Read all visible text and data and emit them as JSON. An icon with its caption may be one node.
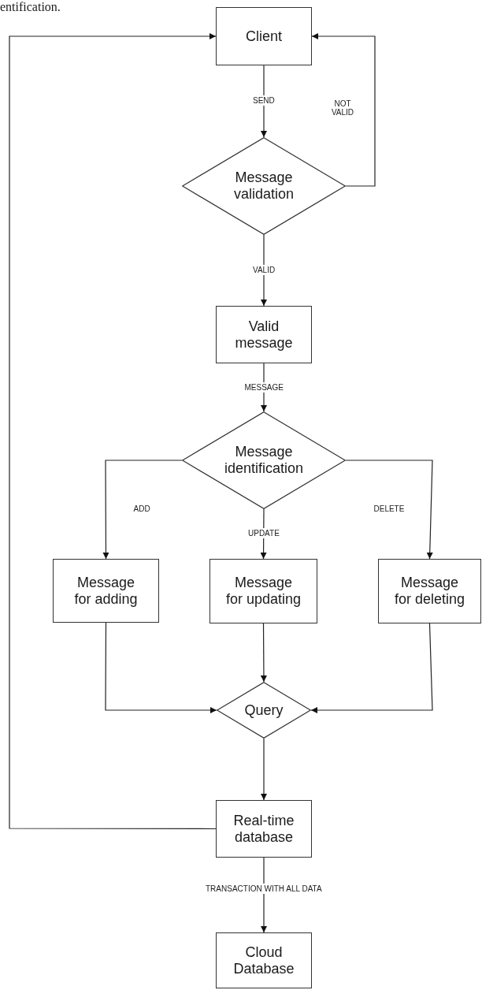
{
  "diagram": {
    "nodes": [
      {
        "text": [
          "Client"
        ]
      },
      {
        "text": [
          "Message validation"
        ]
      },
      {
        "text": [
          "Valid message"
        ]
      },
      {
        "text": [
          "Message identification"
        ]
      },
      {
        "text": [
          "Message for adding"
        ]
      },
      {
        "text": [
          "Message for updating"
        ]
      },
      {
        "text": [
          "Message for deleting"
        ]
      },
      {
        "text": [
          "Query"
        ]
      },
      {
        "text": [
          "Real-time database"
        ]
      },
      {
        "text": [
          "Cloud Database"
        ]
      }
    ],
    "edges": [
      {
        "from": 0,
        "to": 1,
        "arrow": "to",
        "label": "SEND"
      },
      {
        "from": 1,
        "to": 0,
        "arrow": "to",
        "label": "NOT VALID"
      },
      {
        "from": 1,
        "to": 2,
        "arrow": "to",
        "label": "VALID"
      },
      {
        "from": 2,
        "to": 3,
        "arrow": "to",
        "label": "MESSAGE"
      },
      {
        "from": 3,
        "to": 4,
        "arrow": "to",
        "label": "ADD"
      },
      {
        "from": 3,
        "to": 5,
        "arrow": "to",
        "label": "UPDATE"
      },
      {
        "from": 3,
        "to": 6,
        "arrow": "to",
        "label": "DELETE"
      },
      {
        "from": 4,
        "to": 7,
        "arrow": "to"
      },
      {
        "from": 5,
        "to": 7,
        "arrow": "to"
      },
      {
        "from": 6,
        "to": 7,
        "arrow": "to"
      },
      {
        "from": 7,
        "to": 8,
        "arrow": "to"
      },
      {
        "from": 8,
        "to": 0,
        "arrow": "to"
      },
      {
        "from": 8,
        "to": 9,
        "arrow": "to",
        "label": "TRANSACTION WITH ALL DATA"
      }
    ],
    "labels": [
      "entification."
    ]
  }
}
